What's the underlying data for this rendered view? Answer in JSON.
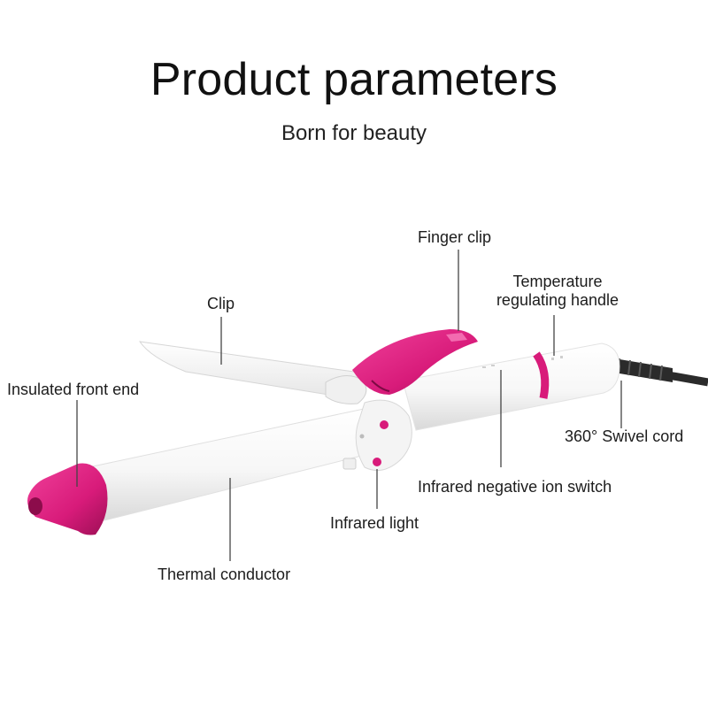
{
  "header": {
    "title": "Product parameters",
    "subtitle": "Born for beauty"
  },
  "callouts": {
    "finger_clip": "Finger clip",
    "temperature_handle_line1": "Temperature",
    "temperature_handle_line2": "regulating handle",
    "clip": "Clip",
    "insulated_front_end": "Insulated front end",
    "swivel_cord": "360°  Swivel cord",
    "ion_switch": "Infrared negative ion switch",
    "infrared_light": "Infrared light",
    "thermal_conductor": "Thermal conductor"
  },
  "colors": {
    "accent": "#d81b7a",
    "accent_dark": "#a3125a",
    "body": "#ffffff",
    "cord": "#2b2b2b",
    "leader_line": "#444444"
  }
}
